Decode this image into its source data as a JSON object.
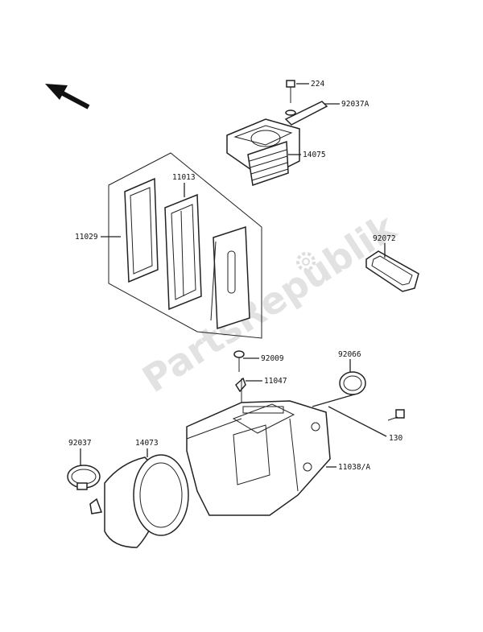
{
  "watermark": "PartsRepublik",
  "labels": {
    "p224": "224",
    "p92037A": "92037A",
    "p14075": "14075",
    "p11013": "11013",
    "p11029": "11029",
    "p92072": "92072",
    "p92009": "92009",
    "p92066": "92066",
    "p11047": "11047",
    "p130": "130",
    "p92037": "92037",
    "p14073": "14073",
    "p11038A": "11038/A"
  },
  "icons": {
    "direction": "arrow-up-left-icon",
    "watermark_logo": "gear-icon"
  }
}
